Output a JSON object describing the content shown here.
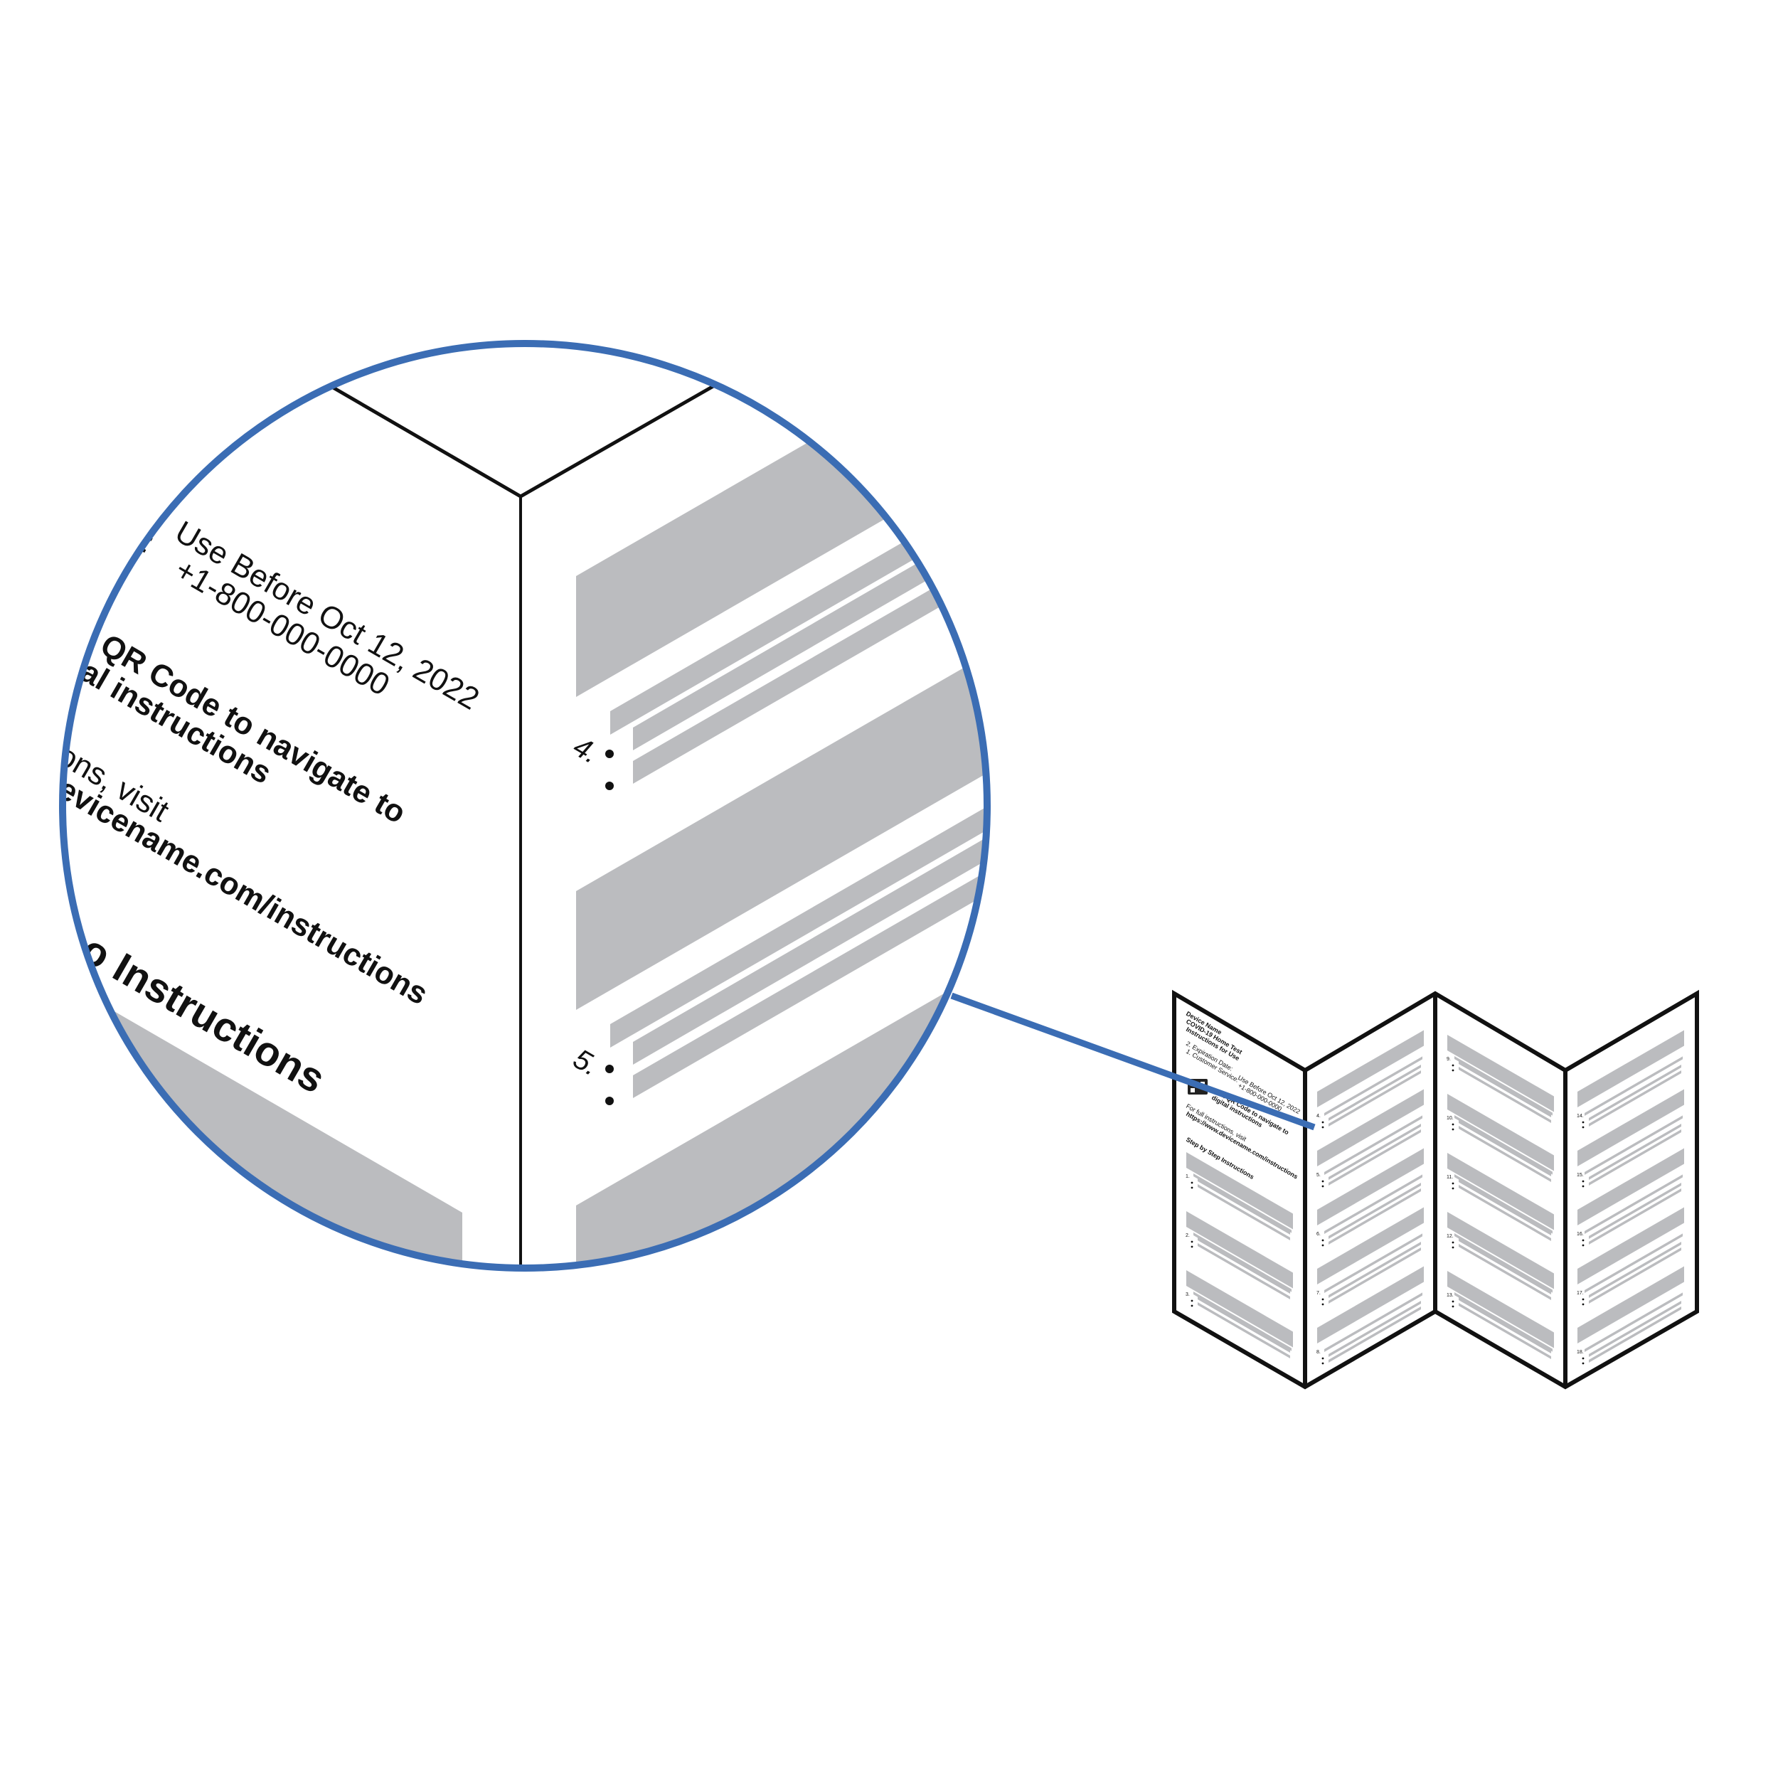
{
  "colors": {
    "accent_blue": "#3b6db4",
    "placeholder_gray": "#bbbcbf",
    "line": "#111111",
    "background": "#ffffff"
  },
  "magnified": {
    "panel_left": {
      "line1_prefix": ":",
      "line1": "Use Before Oct 12, 2022",
      "line2": "+1-800-000-0000",
      "qr_line1": "QR Code to navigate to",
      "qr_line2": "al instructions",
      "visit_line": "ons, visit",
      "url_line": "evicename.com/instructions",
      "heading": "o Instructions"
    },
    "panel_right": {
      "step_a": "4.",
      "step_b": "5."
    }
  },
  "brochure": {
    "title_line1": "Device Name",
    "title_line2": "COVID-19 Home Test",
    "title_line3": "Instructions for Use",
    "field_exp": "2. Expiration Date:",
    "field_service": "1. Customer Service:",
    "field_exp_value": "Use Before Oct 12, 2022",
    "field_service_value": "+1-800-000-0000",
    "qr_text1": "Scan QR Code to navigate to",
    "qr_text2": "digital instructions",
    "visit_text": "For full instructions, visit",
    "url_text": "https://www.devicename.com/instructions",
    "heading": "Step by Step Instructions",
    "steps_panel1": [
      "1.",
      "2.",
      "3."
    ],
    "steps_panel2": [
      "4.",
      "5.",
      "6.",
      "7.",
      "8."
    ],
    "steps_panel3": [
      "9.",
      "10.",
      "11.",
      "12.",
      "13."
    ],
    "steps_panel4": [
      "14.",
      "15.",
      "16.",
      "17.",
      "18."
    ]
  }
}
